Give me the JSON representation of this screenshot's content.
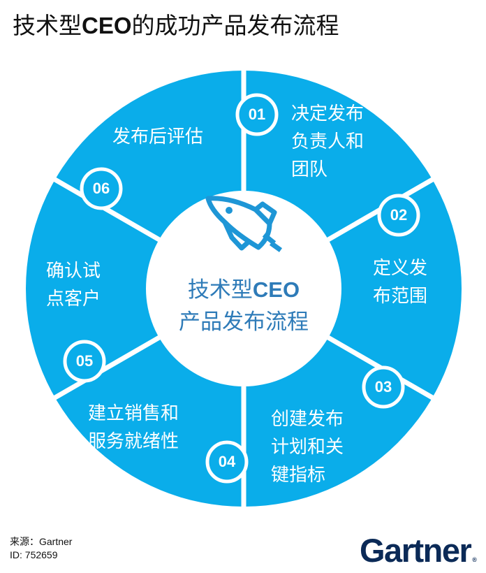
{
  "title": {
    "prefix": "技术型",
    "latin": "CEO",
    "suffix": "的成功产品发布流程"
  },
  "colors": {
    "ring": "#0aadea",
    "center_text": "#2e7bb8",
    "rocket": "#1e96d6",
    "logo": "#0b2a57",
    "background": "#ffffff"
  },
  "center": {
    "icon": "rocket-icon",
    "line1_prefix": "技术型",
    "line1_latin": "CEO",
    "line2": "产品发布流程"
  },
  "steps": [
    {
      "number": "01",
      "lines": [
        "决定发布",
        "负责人和",
        "团队"
      ]
    },
    {
      "number": "02",
      "lines": [
        "定义发",
        "布范围"
      ]
    },
    {
      "number": "03",
      "lines": [
        "创建发布",
        "计划和关",
        "键指标"
      ]
    },
    {
      "number": "04",
      "lines": [
        "建立销售和",
        "服务就绪性"
      ]
    },
    {
      "number": "05",
      "lines": [
        "确认试",
        "点客户"
      ]
    },
    {
      "number": "06",
      "lines": [
        "发布后评估"
      ]
    }
  ],
  "footer": {
    "source": "来源：Gartner",
    "id": "ID: 752659",
    "logo_text": "Gartner",
    "logo_mark": "®"
  }
}
